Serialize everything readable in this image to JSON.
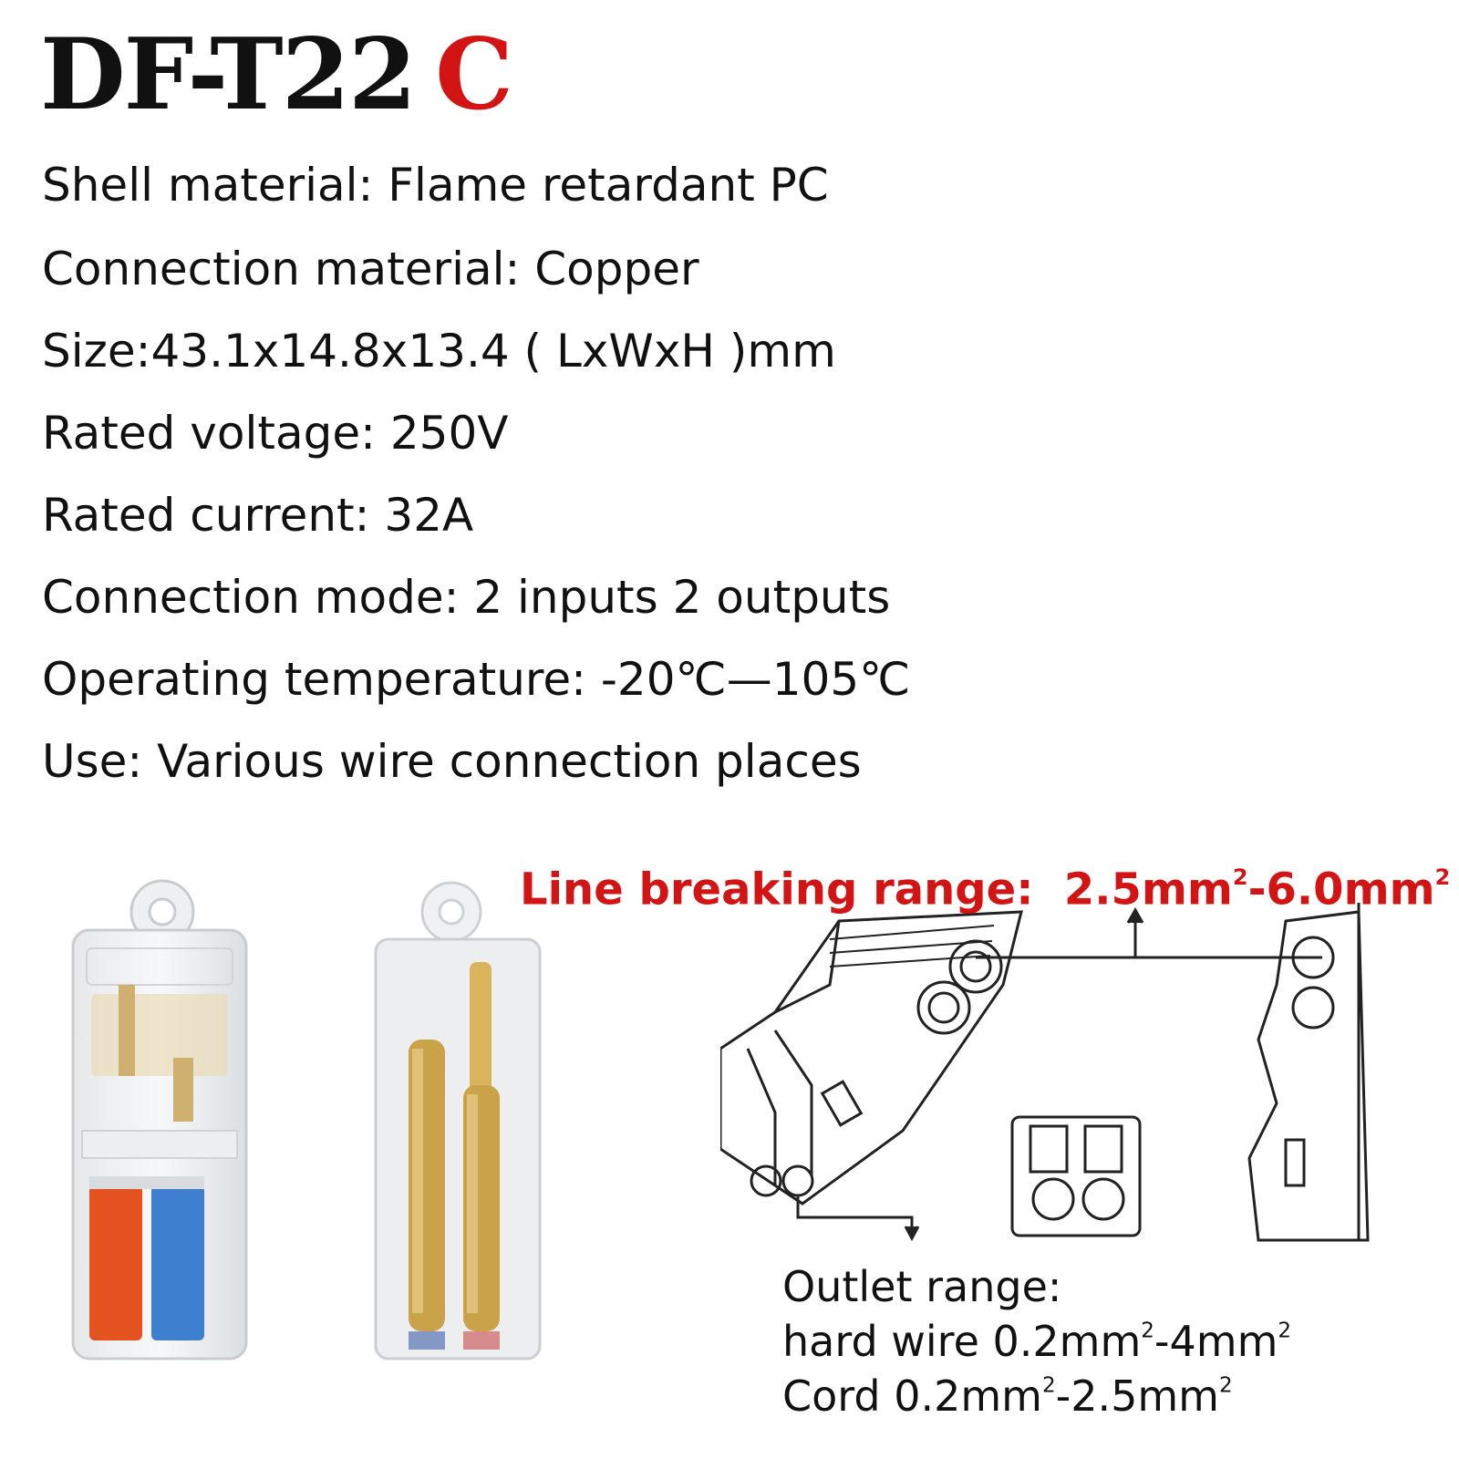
{
  "title": {
    "model": "DF-T22",
    "suffix": "C"
  },
  "specs": [
    "Shell material: Flame retardant PC",
    "Connection material: Copper",
    "Size:43.1x14.8x13.4 ( LxWxH )mm",
    "Rated voltage: 250V",
    "Rated current: 32A",
    "Connection mode: 2 inputs 2 outputs",
    "Operating temperature: -20℃—105℃",
    "Use: Various wire connection places"
  ],
  "diagram": {
    "line_breaking_label": "Line breaking range:",
    "line_breaking_low": "2.5mm",
    "line_breaking_high": "6.0mm",
    "outlet_title": "Outlet range:",
    "hard_wire_prefix": "hard wire 0.2mm",
    "hard_wire_high": "4mm",
    "cord_prefix": "Cord 0.2mm",
    "cord_high": "2.5mm",
    "sup": "2"
  },
  "colors": {
    "accent_red": "#d21414",
    "lever_orange": "#e4521f",
    "lever_blue": "#3f7fd0",
    "brass": "#c9a24a"
  }
}
